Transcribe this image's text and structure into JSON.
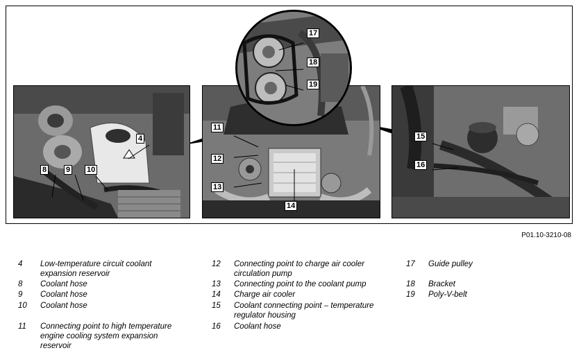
{
  "reference_code": "P01.10-3210-08",
  "callouts": {
    "c4": "4",
    "c8": "8",
    "c9": "9",
    "c10": "10",
    "c11": "11",
    "c12": "12",
    "c13": "13",
    "c14": "14",
    "c15": "15",
    "c16": "16",
    "c17": "17",
    "c18": "18",
    "c19": "19"
  },
  "legend": [
    {
      "num": "4",
      "text": "Low-temperature circuit coolant expansion reservoir"
    },
    {
      "num": "8",
      "text": "Coolant hose"
    },
    {
      "num": "9",
      "text": "Coolant hose"
    },
    {
      "num": "10",
      "text": "Coolant hose"
    },
    {
      "num": "11",
      "text": "Connecting point to high temperature engine cooling system expansion reservoir"
    },
    {
      "num": "12",
      "text": "Connecting point to charge air cooler circulation pump"
    },
    {
      "num": "13",
      "text": "Connecting point to the coolant pump"
    },
    {
      "num": "14",
      "text": "Charge air cooler"
    },
    {
      "num": "15",
      "text": "Coolant connecting point – temperature regulator housing"
    },
    {
      "num": "16",
      "text": "Coolant hose"
    },
    {
      "num": "17",
      "text": "Guide pulley"
    },
    {
      "num": "18",
      "text": "Bracket"
    },
    {
      "num": "19",
      "text": "Poly-V-belt"
    }
  ]
}
